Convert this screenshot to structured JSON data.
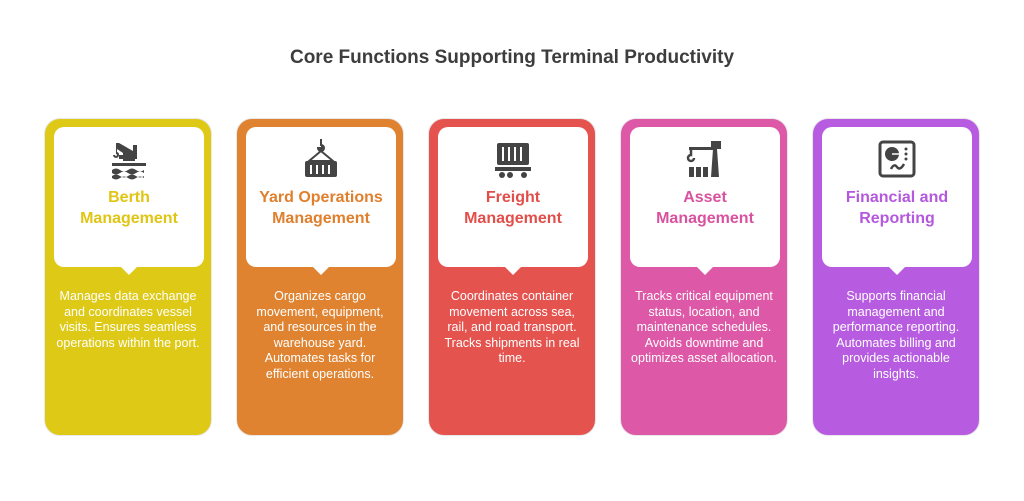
{
  "title": "Core Functions Supporting Terminal Productivity",
  "cards": [
    {
      "icon": "port-crane-icon",
      "heading": "Berth Management",
      "description": "Manages data exchange and coordinates vessel visits. Ensures seamless operations within the port.",
      "color": "#DEC916",
      "text_color": "#E0C512"
    },
    {
      "icon": "container-hook-icon",
      "heading": "Yard Operations Management",
      "description": "Organizes cargo movement, equipment, and resources in the warehouse yard. Automates tasks for efficient operations.",
      "color": "#E08331",
      "text_color": "#E07F2C"
    },
    {
      "icon": "freight-container-icon",
      "heading": "Freight Management",
      "description": "Coordinates container movement across sea, rail, and road transport. Tracks shipments in real time.",
      "color": "#E5534F",
      "text_color": "#E24E4A"
    },
    {
      "icon": "crane-asset-icon",
      "heading": "Asset Management",
      "description": "Tracks critical equipment status, location, and maintenance schedules. Avoids downtime and optimizes asset allocation.",
      "color": "#DD58A6",
      "text_color": "#D9529F"
    },
    {
      "icon": "report-chart-icon",
      "heading": "Financial and Reporting",
      "description": "Supports financial management and performance reporting. Automates billing and provides actionable insights.",
      "color": "#B75CE0",
      "text_color": "#B458DD"
    }
  ]
}
